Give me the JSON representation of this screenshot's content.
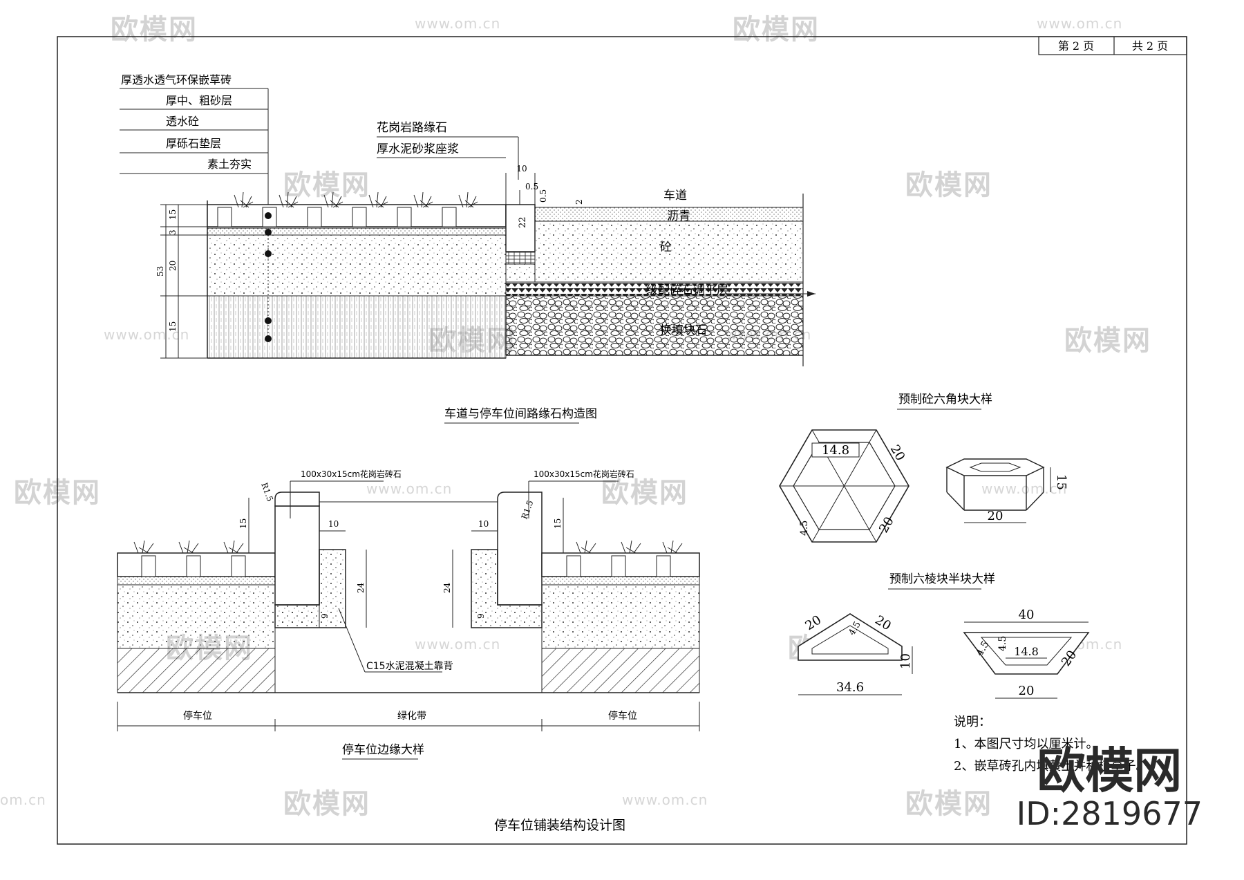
{
  "page_box": {
    "page_label": "第 2 页",
    "total_label": "共 2 页"
  },
  "layers": [
    "厚透水透气环保嵌草砖",
    "厚中、粗砂层",
    "透水砼",
    "厚砾石垫层",
    "素土夯实"
  ],
  "curb_labels": {
    "stone": "花岗岩路缘石",
    "mortar": "厚水泥砂浆座浆"
  },
  "road_labels": {
    "roadway": "车道",
    "asphalt": "沥青",
    "concrete": "砼",
    "gravel_layer": "级配碎石调平层",
    "rubble": "换填块石"
  },
  "dims_top": {
    "d10": "10",
    "d05a": "0.5",
    "d05b": "0.5",
    "d2": "2",
    "d22": "22",
    "d15a": "15",
    "d3": "3",
    "d20": "20",
    "d53": "53",
    "d15b": "15"
  },
  "titles": {
    "curb_section": "车道与停车位间路缘石构造图",
    "edge_detail": "停车位边缘大样",
    "hex_detail": "预制砼六角块大样",
    "half_detail": "预制六棱块半块大样",
    "main": "停车位铺装结构设计图"
  },
  "edge_labels": {
    "stone_left": "100x30x15cm花岗岩砖石",
    "stone_right": "100x30x15cm花岗岩砖石",
    "r_left": "R1.5",
    "r_right": "R1.5",
    "backing": "C15水泥混凝土靠背",
    "parking_left": "停车位",
    "green_belt": "绿化带",
    "parking_right": "停车位",
    "d15l": "15",
    "d10l": "10",
    "d24l": "24",
    "d9l": "9",
    "d15r": "15",
    "d10r": "10",
    "d24r": "24",
    "d9r": "9"
  },
  "hex_dims": {
    "inner": "14.8",
    "side_a": "20",
    "side_b": "20",
    "rim": "4.5",
    "iso_w": "20",
    "iso_h": "15"
  },
  "half_dims": {
    "l1": "20",
    "l2": "20",
    "l3": "4.5",
    "l4": "10",
    "l5": "34.6",
    "r_top": "40",
    "r1": "4.5",
    "r2": "4.5",
    "r_inner": "14.8",
    "r_side": "20",
    "r_bottom": "20"
  },
  "notes": {
    "heading": "说明：",
    "n1": "1、本图尺寸均以厘米计。",
    "n2": "2、嵌草砖孔内填黄土并种植草子。"
  },
  "watermark": {
    "brand": "欧模网",
    "url": "www.om.cn",
    "url_short": "om.cn",
    "id": "ID:2819677"
  }
}
